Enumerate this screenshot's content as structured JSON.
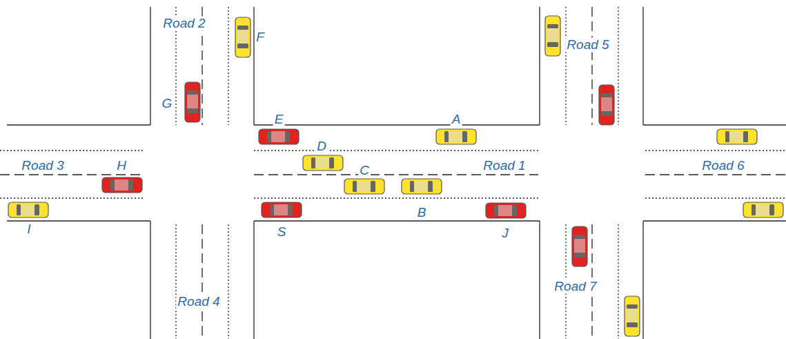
{
  "diagram": {
    "labels": [
      "Road 2",
      "F",
      "Road 5",
      "G",
      "E",
      "A",
      "D",
      "Road 3",
      "H",
      "C",
      "Road 1",
      "Road 6",
      "I",
      "B",
      "S",
      "J",
      "Road 4",
      "Road 7"
    ]
  }
}
